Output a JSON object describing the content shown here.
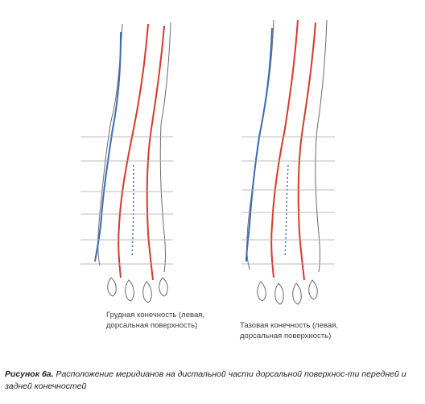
{
  "colors": {
    "artery": "#d63a2c",
    "vein": "#3a6db0",
    "guide": "#a8a8a8",
    "bone": "#6a6a6a"
  },
  "figure": {
    "forelimb_caption": "Грудная конечность (левая,\nдорсальная поверхность)",
    "hindlimb_caption": "Тазовая конечность (левая,\nдорсальная поверхность)",
    "title": "Рисунок 6а.",
    "caption": "Расположение меридианов на дистальной части дорсальной поверхнос-ти передней и задней конечностей"
  }
}
